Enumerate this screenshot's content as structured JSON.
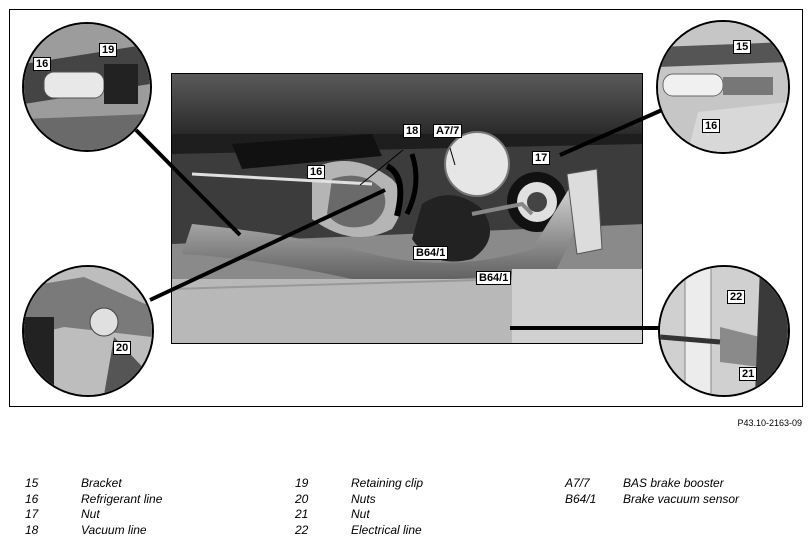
{
  "figure": {
    "reference_id": "P43.10-2163-09",
    "callouts": {
      "c15": "15",
      "c16_main": "16",
      "c16_tl": "16",
      "c16_tr": "16",
      "c17": "17",
      "c18": "18",
      "c19": "19",
      "c20": "20",
      "c21": "21",
      "c22": "22",
      "cA77": "A7/7",
      "cB641_a": "B64/1",
      "cB641_b": "B64/1"
    }
  },
  "legend": {
    "col1": [
      {
        "num": "15",
        "label": "Bracket"
      },
      {
        "num": "16",
        "label": "Refrigerant line"
      },
      {
        "num": "17",
        "label": "Nut"
      },
      {
        "num": "18",
        "label": "Vacuum line"
      }
    ],
    "col2": [
      {
        "num": "19",
        "label": "Retaining clip"
      },
      {
        "num": "20",
        "label": "Nuts"
      },
      {
        "num": "21",
        "label": "Nut"
      },
      {
        "num": "22",
        "label": "Electrical line"
      }
    ],
    "col3": [
      {
        "num": "A7/7",
        "label": "BAS brake booster"
      },
      {
        "num": "B64/1",
        "label": "Brake vacuum sensor"
      }
    ]
  }
}
